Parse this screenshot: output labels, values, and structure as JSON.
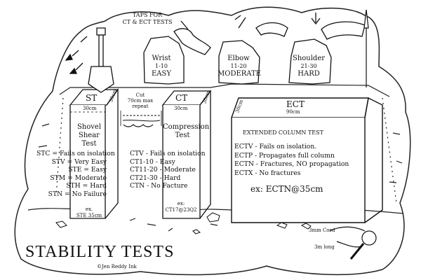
{
  "taps": {
    "header": [
      "TAPS FOR",
      "CT & ECT TESTS"
    ],
    "wrist": [
      "Wrist",
      "1-10",
      "EASY"
    ],
    "elbow": [
      "Elbow",
      "11-20",
      "MODERATE"
    ],
    "shoulder": [
      "Shoulder",
      "21-30",
      "HARD"
    ]
  },
  "st": {
    "label": "ST",
    "width": "30cm",
    "depth": "30cm",
    "name": [
      "Shovel",
      "Shear",
      "Test"
    ],
    "ratings": [
      "STC = Fails on isolation",
      "STV = Very Easy",
      "STE = Easy",
      "STM = Moderate",
      "STH = Hard",
      "STN = No Failure"
    ],
    "example": [
      "ex.",
      "STE 35cm"
    ]
  },
  "cut": [
    "Cut",
    "70cm max",
    "repeat"
  ],
  "ct": {
    "label": "CT",
    "width": "30cm",
    "depth": "30cm",
    "name": [
      "Compression",
      "Test"
    ],
    "ratings": [
      "CTV - Fails on isolation",
      "CT1-10 - Easy",
      "CT11-20 - Moderate",
      "CT21-30 - Hard",
      "CTN - No Facture"
    ],
    "example": [
      "ex:",
      "CT17@23Q2"
    ]
  },
  "ect": {
    "label": "ECT",
    "width": "90cm",
    "depth": "30cm",
    "name": "EXTENDED COLUMN TEST",
    "ratings": [
      "ECTV - Fails on isolation.",
      "ECTP - Propagates full column",
      "ECTN - Fractures, NO propagation",
      "ECTX - No fractures"
    ],
    "example": "ex: ECTN@35cm"
  },
  "cord": [
    "3mm Cord",
    "3m long"
  ],
  "title": "STABILITY TESTS",
  "credit": "©Jen Reddy Ink",
  "icons": [
    "shovel-icon",
    "wrist-tap-icon",
    "elbow-tap-icon",
    "shoulder-tap-icon",
    "snow-saw-icon",
    "cord-icon"
  ]
}
